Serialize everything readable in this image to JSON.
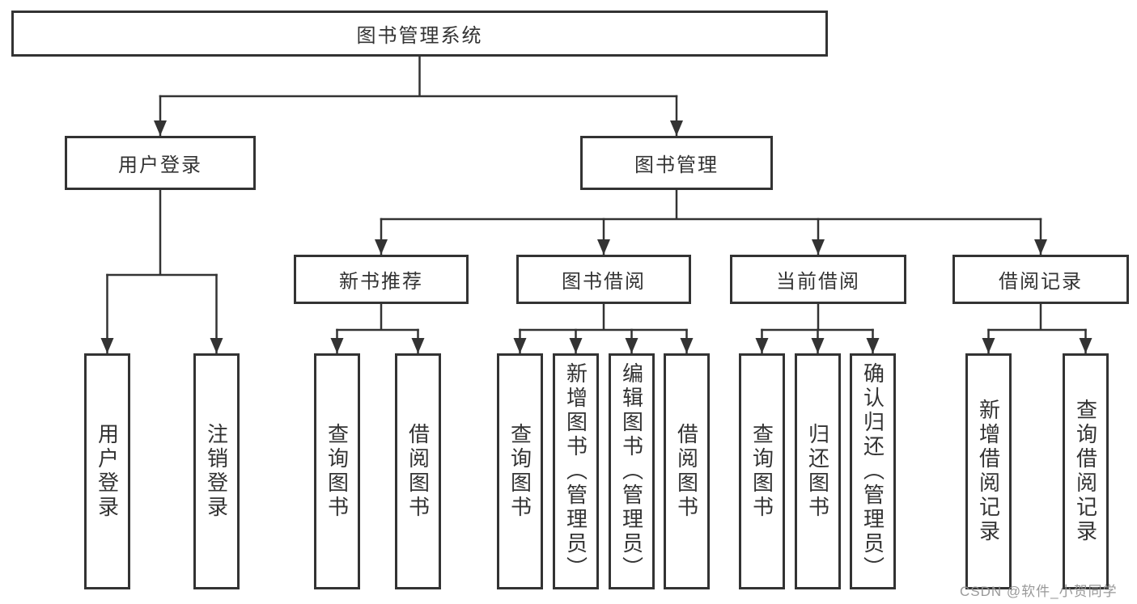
{
  "diagram": {
    "type": "hierarchy-tree",
    "orientation": "top-down",
    "tree": {
      "label": "图书管理系统",
      "children": [
        {
          "label": "用户登录",
          "children": [
            {
              "label": "用户登录"
            },
            {
              "label": "注销登录"
            }
          ]
        },
        {
          "label": "图书管理",
          "children": [
            {
              "label": "新书推荐",
              "children": [
                {
                  "label": "查询图书"
                },
                {
                  "label": "借阅图书"
                }
              ]
            },
            {
              "label": "图书借阅",
              "children": [
                {
                  "label": "查询图书"
                },
                {
                  "label": "新增图书（管理员）"
                },
                {
                  "label": "编辑图书（管理员）"
                },
                {
                  "label": "借阅图书"
                }
              ]
            },
            {
              "label": "当前借阅",
              "children": [
                {
                  "label": "查询图书"
                },
                {
                  "label": "归还图书"
                },
                {
                  "label": "确认归还（管理员）"
                }
              ]
            },
            {
              "label": "借阅记录",
              "children": [
                {
                  "label": "新增借阅记录"
                },
                {
                  "label": "查询借阅记录"
                }
              ]
            }
          ]
        }
      ]
    },
    "colors": {
      "line": "#333333",
      "box_border": "#333333",
      "text": "#333333",
      "background": "#ffffff",
      "watermark_text": "#949494"
    }
  },
  "watermark": "CSDN @软件_小贺同学"
}
